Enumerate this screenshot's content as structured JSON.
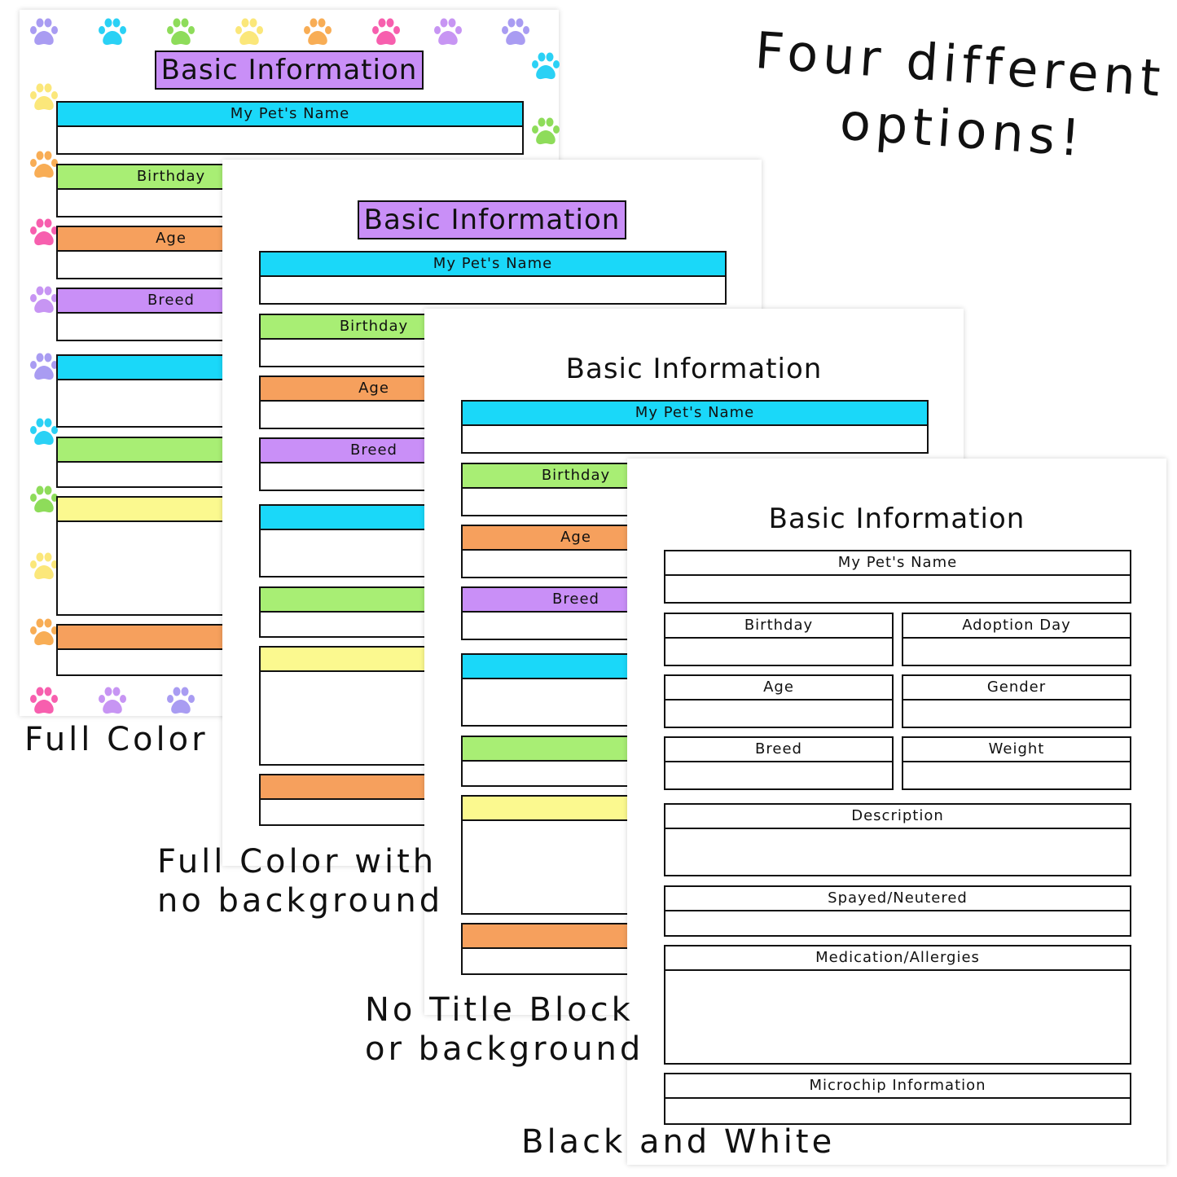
{
  "headline": [
    "Four different",
    "options!"
  ],
  "form": {
    "title": "Basic Information",
    "fields": {
      "pet_name": "My Pet's Name",
      "birthday": "Birthday",
      "adoption_day": "Adoption Day",
      "age": "Age",
      "gender": "Gender",
      "breed": "Breed",
      "weight": "Weight",
      "description": "Description",
      "spayed": "Spayed/Neutered",
      "medication": "Medication/Allergies",
      "microchip": "Microchip Information"
    }
  },
  "versions": [
    {
      "id": "full-color",
      "caption": "Full Color",
      "title_block": true,
      "background": true,
      "colored": true
    },
    {
      "id": "full-color-no-bg",
      "caption": "Full Color with\nno background",
      "title_block": true,
      "background": false,
      "colored": true
    },
    {
      "id": "no-title-block",
      "caption": "No Title Block\nor background",
      "title_block": false,
      "background": false,
      "colored": true
    },
    {
      "id": "black-white",
      "caption": "Black and White",
      "title_block": false,
      "background": false,
      "colored": false
    }
  ],
  "colors": {
    "title": "#c98ff7",
    "blue": "#1ad8f9",
    "green": "#a8ee74",
    "orange": "#f6a05d",
    "purple": "#c98ff7",
    "yellow": "#fbf98f"
  },
  "paw_colors": [
    "#a99cf2",
    "#2ad1f5",
    "#8edc5a",
    "#fbe77a",
    "#f8ad55",
    "#f75fae",
    "#c795f3"
  ]
}
